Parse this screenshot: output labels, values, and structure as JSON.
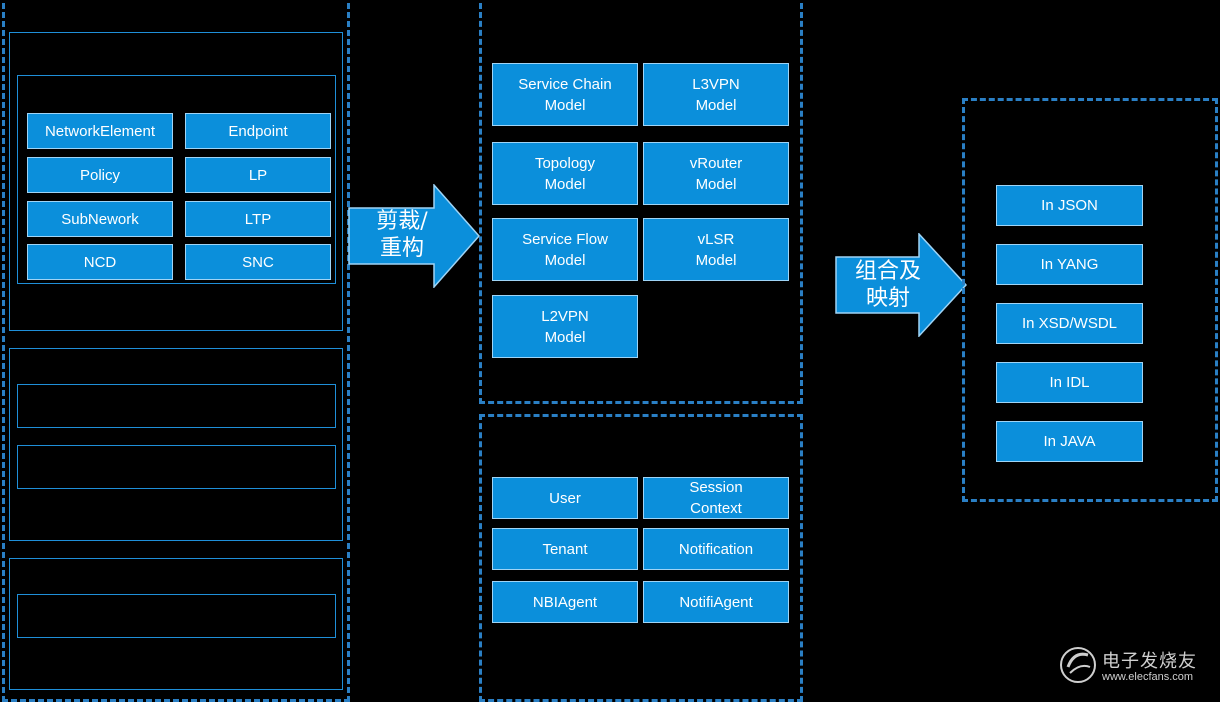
{
  "left_group": {
    "items": [
      {
        "label": "NetworkElement"
      },
      {
        "label": "Endpoint"
      },
      {
        "label": "Policy"
      },
      {
        "label": "LP"
      },
      {
        "label": "SubNework"
      },
      {
        "label": "LTP"
      },
      {
        "label": "NCD"
      },
      {
        "label": "SNC"
      }
    ]
  },
  "arrow1": {
    "label": "剪裁/\n重构"
  },
  "arrow2": {
    "label": "组合及\n映射"
  },
  "models": [
    {
      "label": "Service  Chain\nModel"
    },
    {
      "label": "L3VPN\nModel"
    },
    {
      "label": "Topology\nModel"
    },
    {
      "label": "vRouter\nModel"
    },
    {
      "label": "Service  Flow\nModel"
    },
    {
      "label": "vLSR\nModel"
    },
    {
      "label": "L2VPN\nModel"
    }
  ],
  "agents": [
    {
      "label": "User"
    },
    {
      "label": "Session\nContext"
    },
    {
      "label": "Tenant"
    },
    {
      "label": "Notification"
    },
    {
      "label": "NBIAgent"
    },
    {
      "label": "NotifiAgent"
    }
  ],
  "formats": [
    {
      "label": "In JSON"
    },
    {
      "label": "In YANG"
    },
    {
      "label": "In XSD/WSDL"
    },
    {
      "label": "In IDL"
    },
    {
      "label": "In JAVA"
    }
  ],
  "watermark": {
    "title": "电子发烧友",
    "url": "www.elecfans.com"
  },
  "colors": {
    "box_fill": "#0b8fdb",
    "dash_border": "#2a7fc4",
    "background": "#000000"
  }
}
